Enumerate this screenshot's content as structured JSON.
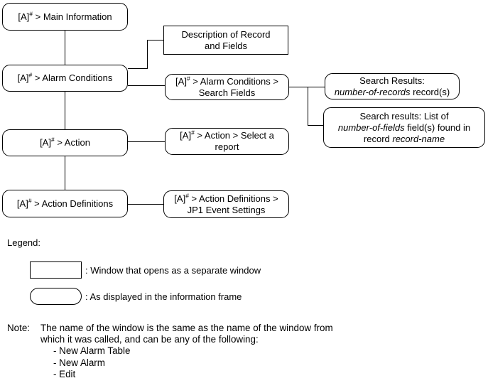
{
  "colors": {
    "line": "#000000",
    "background": "#ffffff",
    "text": "#000000"
  },
  "diagram": {
    "boxes": {
      "main_information": {
        "pre": "[A]",
        "sup": "#",
        "post": " > Main Information"
      },
      "alarm_conditions": {
        "pre": "[A]",
        "sup": "#",
        "post": " > Alarm Conditions"
      },
      "action": {
        "pre": "[A]",
        "sup": "#",
        "post": " > Action"
      },
      "action_definitions": {
        "pre": "[A]",
        "sup": "#",
        "post": " > Action Definitions"
      },
      "description_of_record": {
        "line1": "Description of Record",
        "line2": "and Fields"
      },
      "search_fields": {
        "pre": "[A]",
        "sup": "#",
        "post": " > Alarm Conditions >",
        "line2": "Search Fields"
      },
      "select_report": {
        "pre": "[A]",
        "sup": "#",
        "post": " > Action > Select a",
        "line2": "report"
      },
      "jp1_event_settings": {
        "pre": "[A]",
        "sup": "#",
        "post": " > Action Definitions >",
        "line2": "JP1 Event Settings"
      },
      "search_results_records": {
        "line1": "Search Results:",
        "italic": "number-of-records",
        "post": " record(s)"
      },
      "search_results_fields": {
        "line1": "Search results: List of",
        "italic1": "number-of-fields",
        "post1": " field(s) found in",
        "pre2": "record ",
        "italic2": "record-name"
      }
    }
  },
  "legend": {
    "title": "Legend:",
    "window_label": ": Window that opens as a separate window",
    "frame_label": ": As displayed in the information frame"
  },
  "note": {
    "prefix": "Note:",
    "line1": "The name of the window is the same as the name of the window from",
    "line2": "which it was called, and can be any of the following:",
    "items": [
      "- New Alarm Table",
      "- New Alarm",
      "- Edit"
    ]
  }
}
